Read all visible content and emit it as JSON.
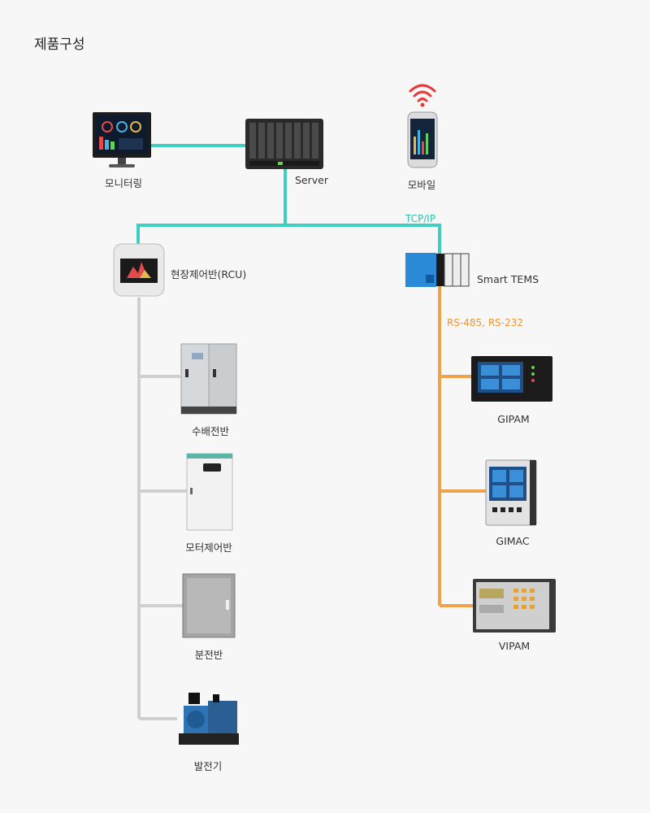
{
  "page_title": "제품구성",
  "colors": {
    "network": "#3fcfc0",
    "serial": "#f0a24a",
    "local": "#cfcfcf"
  },
  "network": {
    "protocol": "TCP/IP",
    "nodes": {
      "monitoring": "모니터링",
      "server": "Server",
      "mobile": "모바일",
      "rcu": "현장제어반(RCU)",
      "tems": "Smart TEMS"
    }
  },
  "serial": {
    "protocol": "RS-485, RS-232",
    "devices": [
      "GIPAM",
      "GIMAC",
      "VIPAM"
    ]
  },
  "field_devices": [
    "수배전반",
    "모터제어반",
    "분전반",
    "발전기"
  ]
}
